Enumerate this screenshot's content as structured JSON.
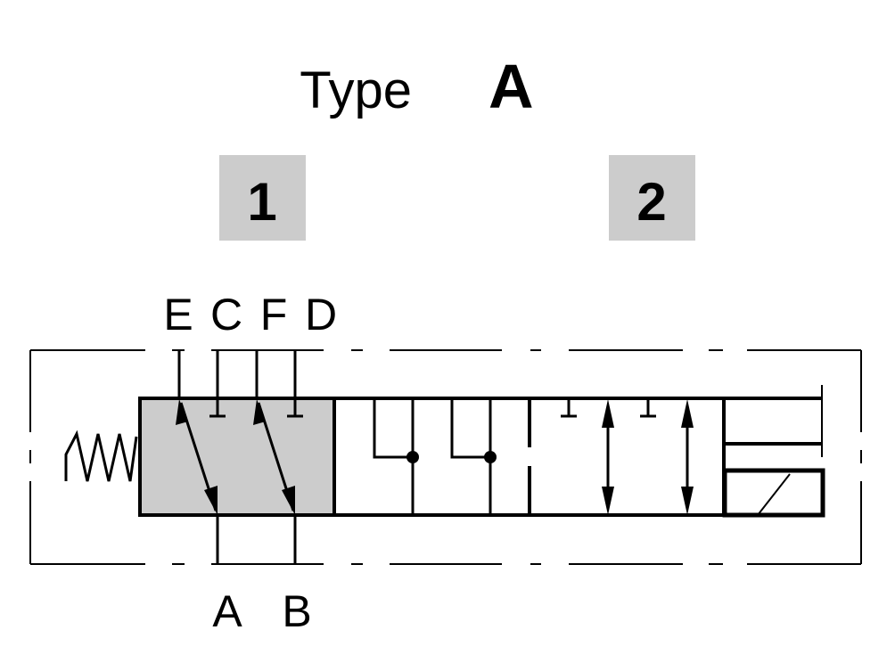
{
  "title": {
    "prefix": "Type",
    "type_letter": "A"
  },
  "positions": [
    {
      "label": "1"
    },
    {
      "label": "2"
    }
  ],
  "ports_top": [
    "E",
    "C",
    "F",
    "D"
  ],
  "ports_bottom": [
    "A",
    "B"
  ],
  "colors": {
    "position_fill": "#cccccc",
    "line": "#000000"
  }
}
